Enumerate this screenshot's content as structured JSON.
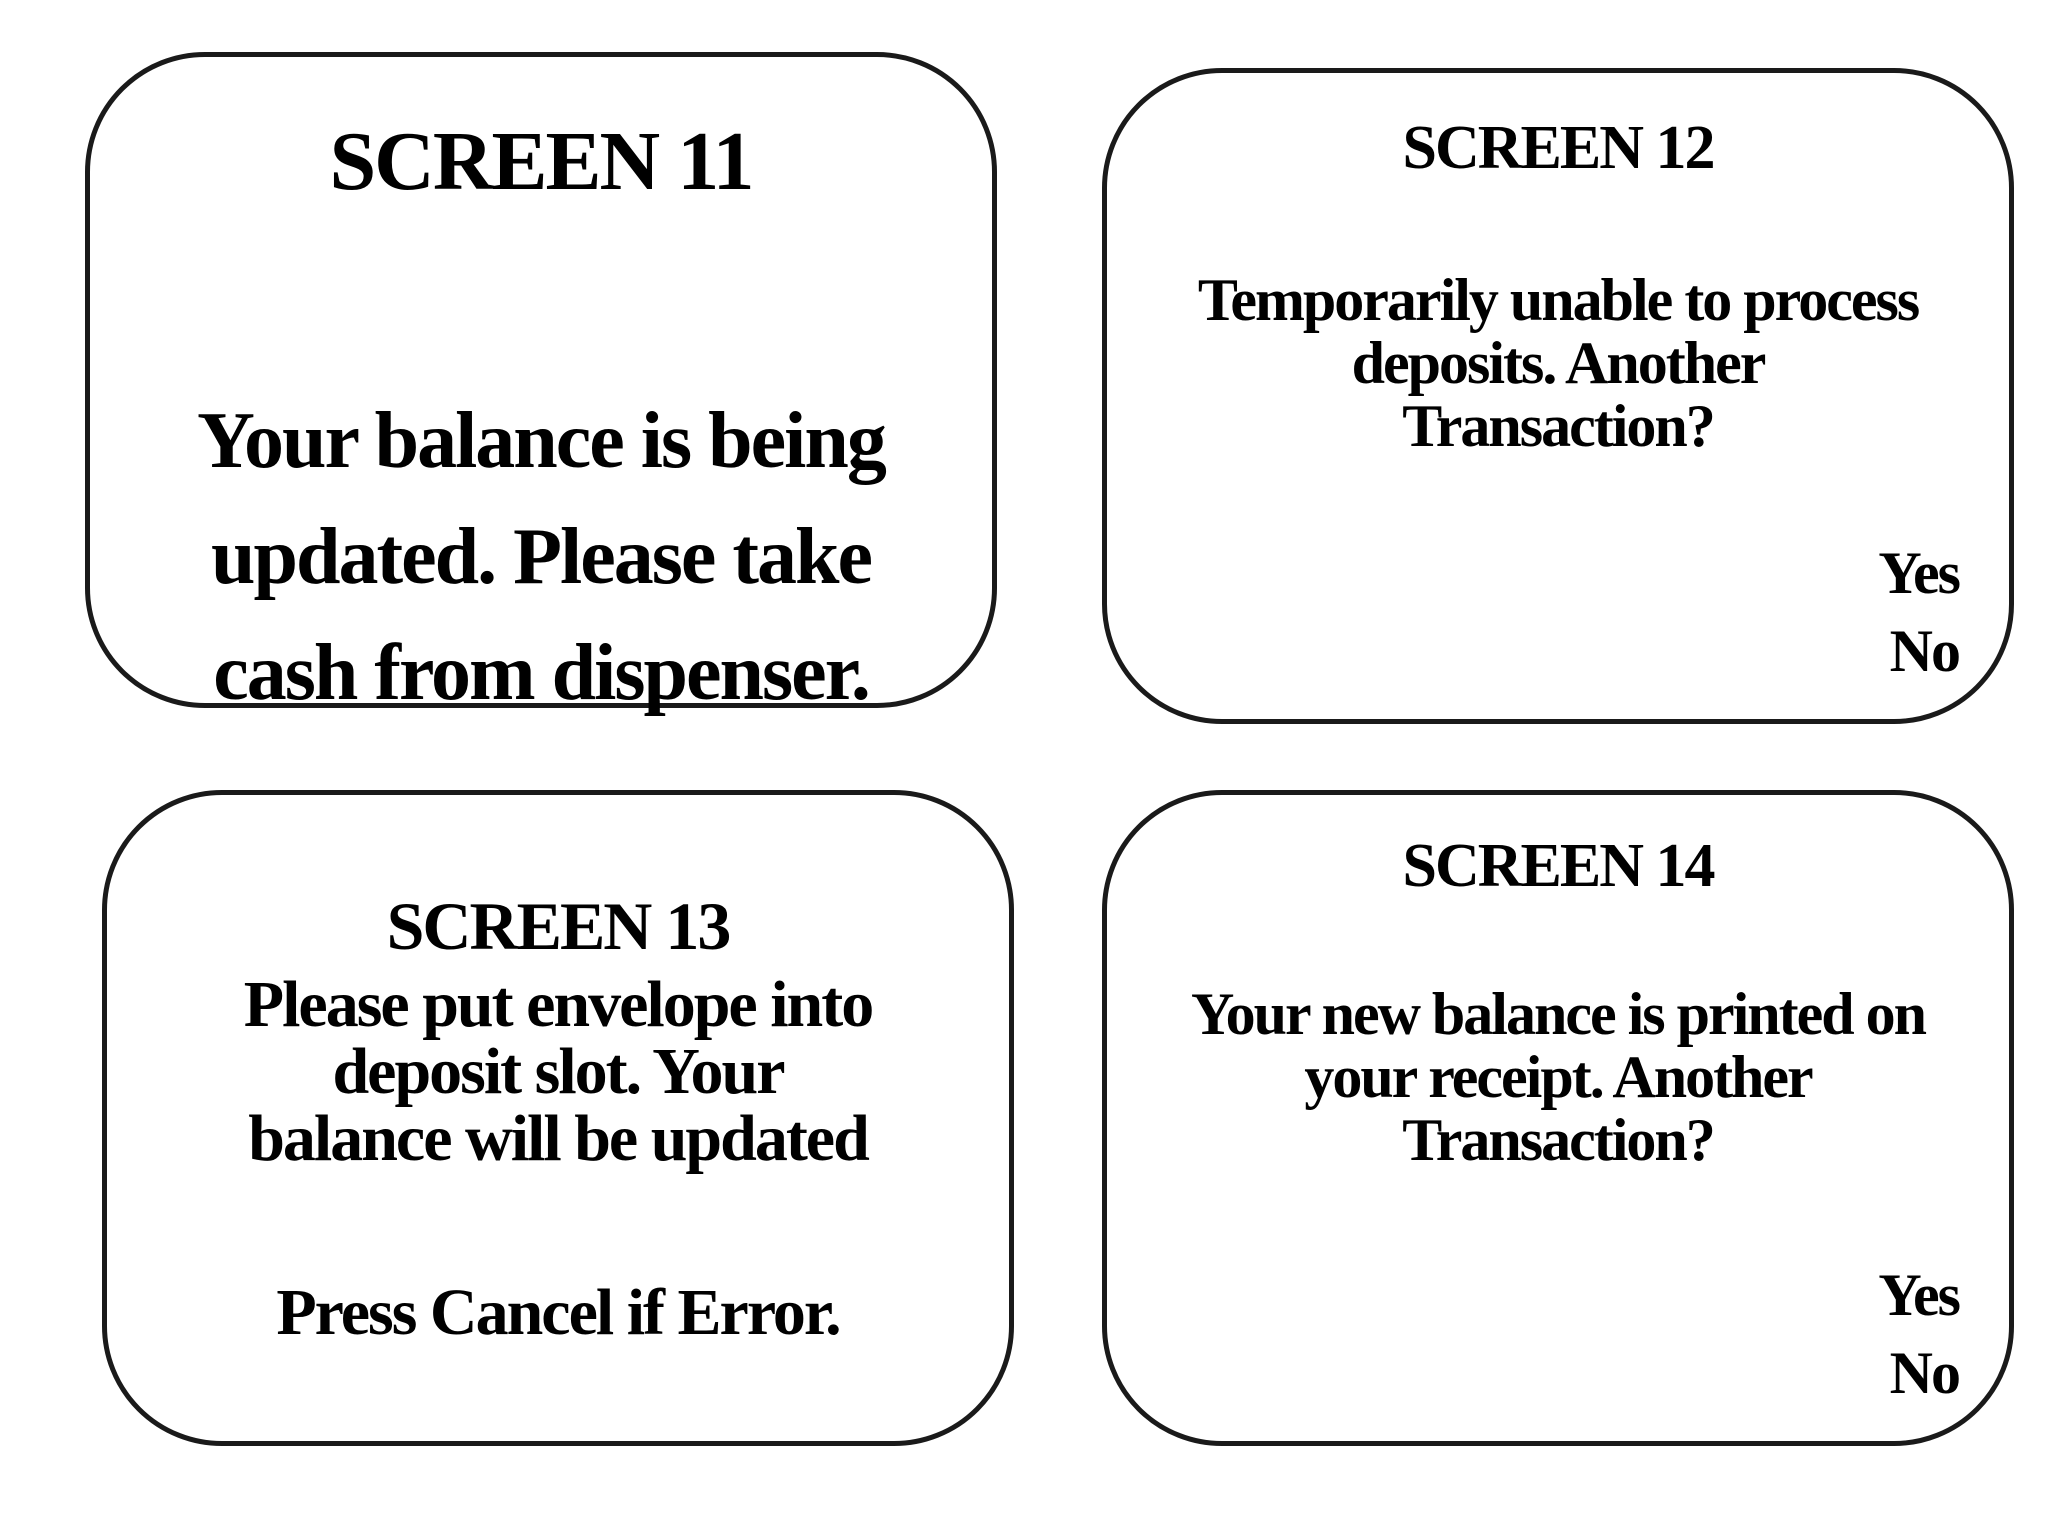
{
  "screens": [
    {
      "title": "SCREEN 11",
      "message_lines": [
        "Your balance is being",
        "updated.  Please take",
        "cash from dispenser."
      ]
    },
    {
      "title": "SCREEN 12",
      "message_lines": [
        "Temporarily unable to process",
        "deposits.  Another",
        "Transaction?"
      ],
      "options": [
        "Yes",
        "No"
      ]
    },
    {
      "title": "SCREEN 13",
      "message_lines": [
        "Please put envelope into",
        "deposit slot.  Your",
        "balance will be updated"
      ],
      "note": "Press Cancel if Error."
    },
    {
      "title": "SCREEN 14",
      "message_lines": [
        "Your new balance is printed on",
        "your receipt.  Another",
        "Transaction?"
      ],
      "options": [
        "Yes",
        "No"
      ]
    }
  ]
}
